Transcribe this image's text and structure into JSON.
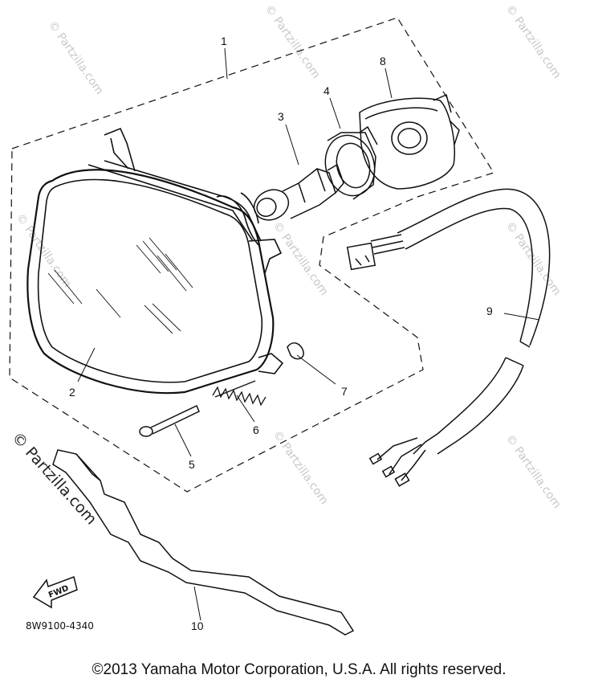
{
  "diagram": {
    "part_numbers": [
      "1",
      "2",
      "3",
      "4",
      "5",
      "6",
      "7",
      "8",
      "9",
      "10"
    ],
    "diagram_code": "8W9100-4340",
    "fwd_label": "FWD",
    "watermark": "© Partzilla.com"
  },
  "footer": {
    "copyright": "©2013  Yamaha Motor Corporation, U.S.A. All rights reserved."
  }
}
